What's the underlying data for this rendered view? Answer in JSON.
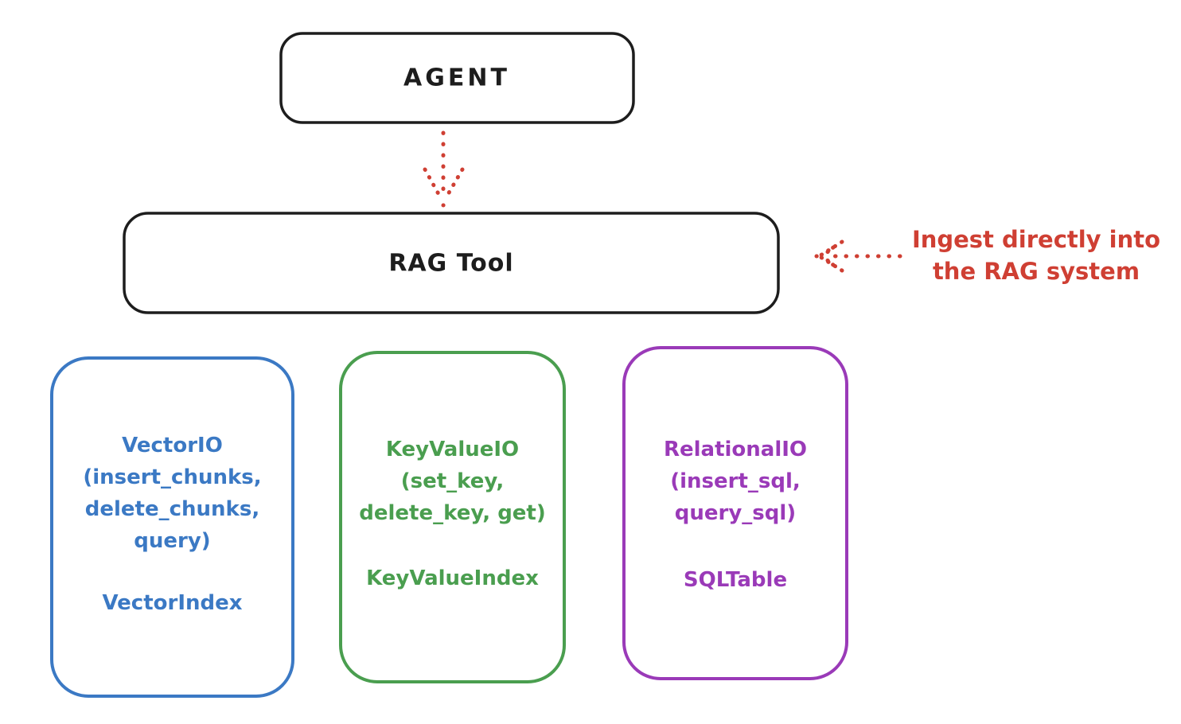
{
  "colors": {
    "ink": "#1d1d1d",
    "red": "#cf3f33",
    "blue": "#3b79c4",
    "green": "#4a9e4f",
    "purple": "#9a3ab8",
    "background": "#ffffff"
  },
  "agent_box": {
    "label": "AGENT"
  },
  "rag_box": {
    "label": "RAG Tool"
  },
  "annotation": {
    "line1": "Ingest directly into",
    "line2": "the RAG system"
  },
  "io_boxes": [
    {
      "name": "vector-io",
      "title": "VectorIO",
      "params": [
        "(insert_chunks,",
        "delete_chunks,",
        "query)"
      ],
      "index": "VectorIndex",
      "color": "#3b79c4"
    },
    {
      "name": "keyvalue-io",
      "title": "KeyValueIO",
      "params": [
        "(set_key,",
        "delete_key, get)"
      ],
      "index": "KeyValueIndex",
      "color": "#4a9e4f"
    },
    {
      "name": "relational-io",
      "title": "RelationalIO",
      "params": [
        "(insert_sql,",
        "query_sql)"
      ],
      "index": "SQLTable",
      "color": "#9a3ab8"
    }
  ]
}
